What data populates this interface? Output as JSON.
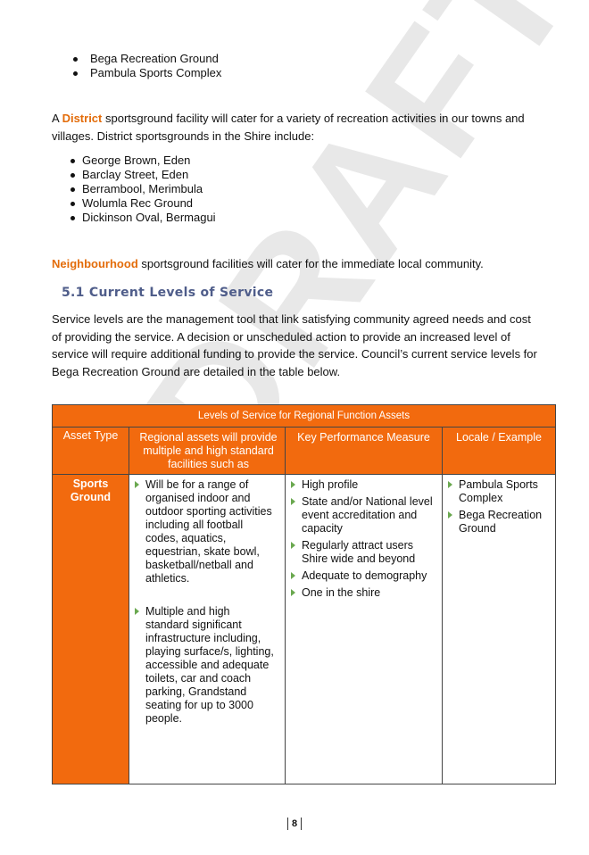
{
  "top_list": [
    "Bega Recreation Ground",
    "Pambula Sports Complex"
  ],
  "district": {
    "lead": "A ",
    "highlight": "District",
    "text": " sportsground facility will cater for a variety of recreation activities in our towns and villages.  District sportsgrounds in the Shire include:",
    "items": [
      "George Brown, Eden",
      "Barclay Street, Eden",
      "Berrambool, Merimbula",
      "Wolumla Rec Ground",
      "Dickinson Oval, Bermagui"
    ]
  },
  "neighbourhood": {
    "highlight": "Neighbourhood",
    "text": " sportsground facilities will cater for the immediate local community."
  },
  "section": {
    "heading": "5.1 Current Levels of Service",
    "body": "Service levels are the management tool that link satisfying community agreed needs and cost of providing the service.  A decision or unscheduled action to provide an increased level of service will require additional funding to provide the service.  Council’s current service levels for Bega Recreation Ground are detailed in the table below."
  },
  "table": {
    "title": "Levels of Service for Regional Function Assets",
    "headers": [
      "Asset Type",
      "Regional assets will provide multiple and high standard facilities such as",
      "Key Performance Measure",
      "Locale / Example"
    ],
    "row_label": "Sports Ground",
    "col1": [
      "Will be for a range of organised indoor and outdoor sporting activities including all football codes, aquatics, equestrian, skate bowl, basketball/netball and athletics.",
      "Multiple and high standard significant infrastructure including, playing surface/s, lighting, accessible and adequate toilets, car and coach parking, Grandstand seating for up to 3000 people."
    ],
    "col2": [
      "High profile",
      "State and/or National level event accreditation and capacity",
      "Regularly attract users Shire wide and beyond",
      "Adequate to demography",
      "One in the shire"
    ],
    "col3": [
      "Pambula Sports Complex",
      "Bega Recreation Ground"
    ]
  },
  "watermark": "DRAFT",
  "page_number": "8",
  "colors": {
    "accent": "#f26a0e",
    "highlight_text": "#e36c0a",
    "heading": "#4f5d8a",
    "bullet_arrow": "#6aa84f"
  }
}
